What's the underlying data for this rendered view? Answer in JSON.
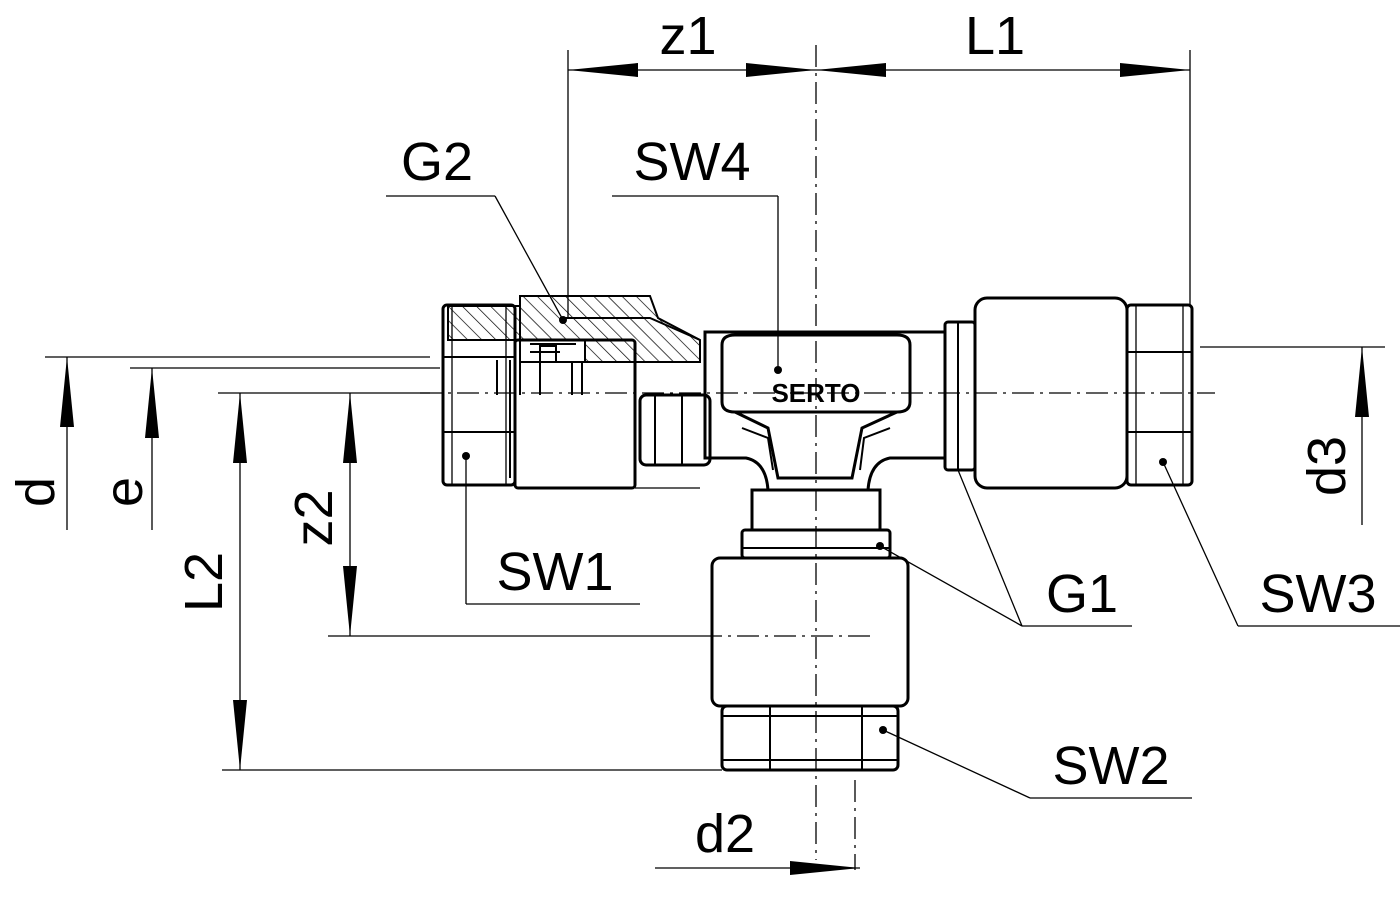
{
  "drawing": {
    "brand_mark": "SERTO",
    "labels": {
      "z1": "z1",
      "L1": "L1",
      "G2": "G2",
      "SW4": "SW4",
      "d": "d",
      "e": "e",
      "L2": "L2",
      "z2": "z2",
      "SW1": "SW1",
      "G1": "G1",
      "SW3": "SW3",
      "d3": "d3",
      "SW2": "SW2",
      "d2": "d2"
    }
  }
}
